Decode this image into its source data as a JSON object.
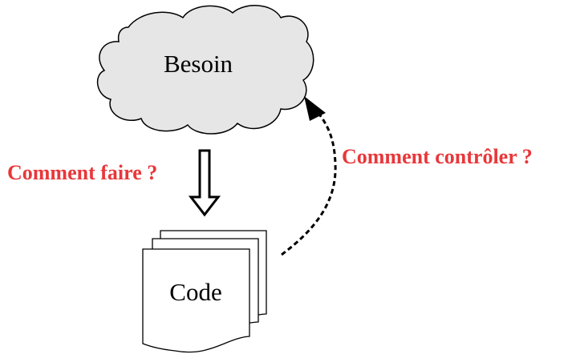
{
  "diagram": {
    "need_label": "Besoin",
    "code_label": "Code",
    "how_label": "Comment faire ?",
    "control_label": "Comment contrôler ?",
    "accent_color": "#e8373a",
    "cloud_fill": "#e6e6e6"
  }
}
